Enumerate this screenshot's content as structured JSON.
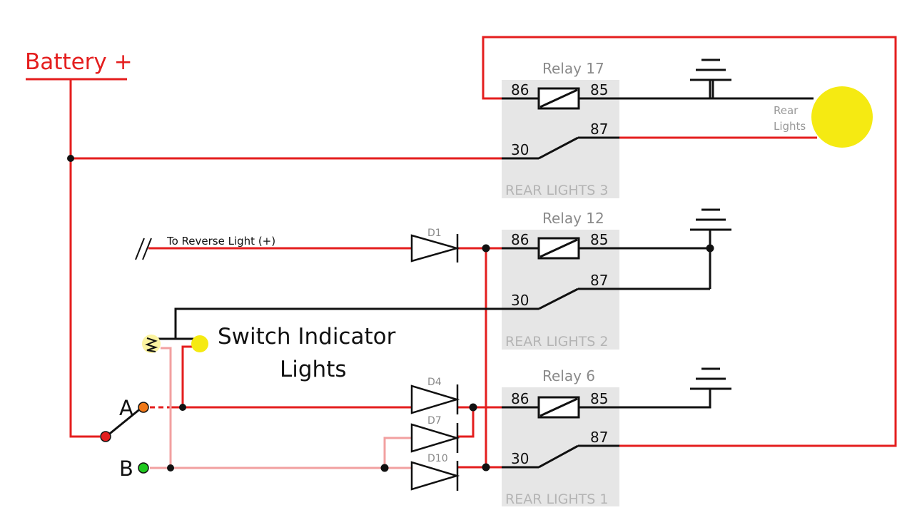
{
  "battery_label": "Battery +",
  "reverse_label": "To Reverse Light (+)",
  "indicator_label_line1": "Switch Indicator",
  "indicator_label_line2": "Lights",
  "rear_lights_line1": "Rear",
  "rear_lights_line2": "Lights",
  "switch_a": "A",
  "switch_b": "B",
  "relays": [
    {
      "title": "Relay 17",
      "box": "REAR LIGHTS 3",
      "pin86": "86",
      "pin85": "85",
      "pin87": "87",
      "pin30": "30"
    },
    {
      "title": "Relay 12",
      "box": "REAR LIGHTS 2",
      "pin86": "86",
      "pin85": "85",
      "pin87": "87",
      "pin30": "30"
    },
    {
      "title": "Relay 6",
      "box": "REAR LIGHTS 1",
      "pin86": "86",
      "pin85": "85",
      "pin87": "87",
      "pin30": "30"
    }
  ],
  "diodes": [
    "D1",
    "D4",
    "D7",
    "D10"
  ],
  "colors": {
    "positive_wire": "#e41e1e",
    "ground_wire": "#111111",
    "indicator_wire": "#f2a0a0",
    "relay_box": "#e6e6e6",
    "lamp": "#f5ea12",
    "switch_a_dot": "#f07818",
    "switch_b_dot": "#1ec81e",
    "switch_common_dot": "#e41e1e"
  }
}
